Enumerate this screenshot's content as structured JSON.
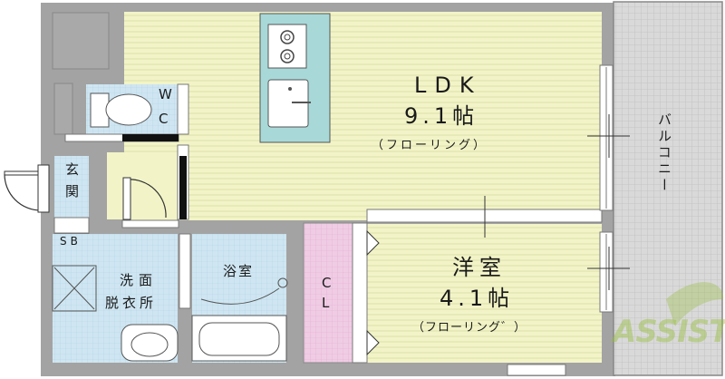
{
  "rooms": {
    "ldk": {
      "name": "LDK",
      "size": "9.1帖",
      "floor": "（フローリング）"
    },
    "western": {
      "name": "洋室",
      "size": "4.1帖",
      "floor": "（フローリング゛）"
    },
    "closet": {
      "l1": "C",
      "l2": "L"
    },
    "bath": {
      "name": "浴室"
    },
    "washroom": {
      "l1": "洗面",
      "l2": "脱衣所"
    },
    "wc": {
      "l1": "W",
      "l2": "C"
    },
    "entrance": {
      "l1": "玄",
      "l2": "関"
    },
    "shoebox": {
      "name": "SB"
    },
    "balcony": {
      "name": "バルコニー"
    }
  },
  "logo": {
    "text": "ASSIST"
  },
  "colors": {
    "floor": "#f2f4c8",
    "tile": "#cfe6f2",
    "closet": "#f0cce4",
    "wall": "#a3a3a3",
    "balcony": "#d9d9d9",
    "kitchen": "#a9d8d8"
  }
}
